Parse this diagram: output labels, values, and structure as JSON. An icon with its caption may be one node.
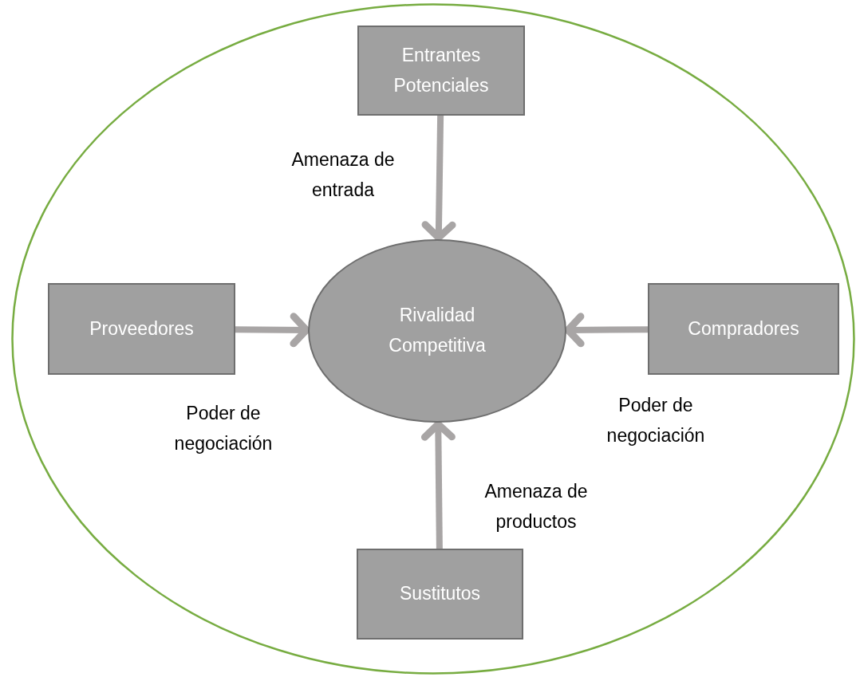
{
  "diagram": {
    "nodes": [
      {
        "text": [],
        "shape": "circle"
      },
      {
        "text": [
          "Entrantes Potenciales"
        ],
        "in": 0
      },
      {
        "text": [
          "Proveedores"
        ],
        "in": 0
      },
      {
        "text": [
          "Rivalidad Competitiva"
        ],
        "in": 0
      },
      {
        "text": [
          "Compradores"
        ],
        "in": 0
      },
      {
        "text": [
          "Sustitutos"
        ],
        "in": 0
      }
    ],
    "edges": [
      {
        "from": 1,
        "to": 3,
        "arrow": "to",
        "label": "Amenaza de entrada"
      },
      {
        "from": 2,
        "to": 3,
        "arrow": "to",
        "label": "Poder de negociación"
      },
      {
        "from": 4,
        "to": 3,
        "arrow": "to",
        "label": "Poder de negociación"
      },
      {
        "from": 5,
        "to": 3,
        "arrow": "to",
        "label": "Amenaza de productos"
      }
    ]
  }
}
